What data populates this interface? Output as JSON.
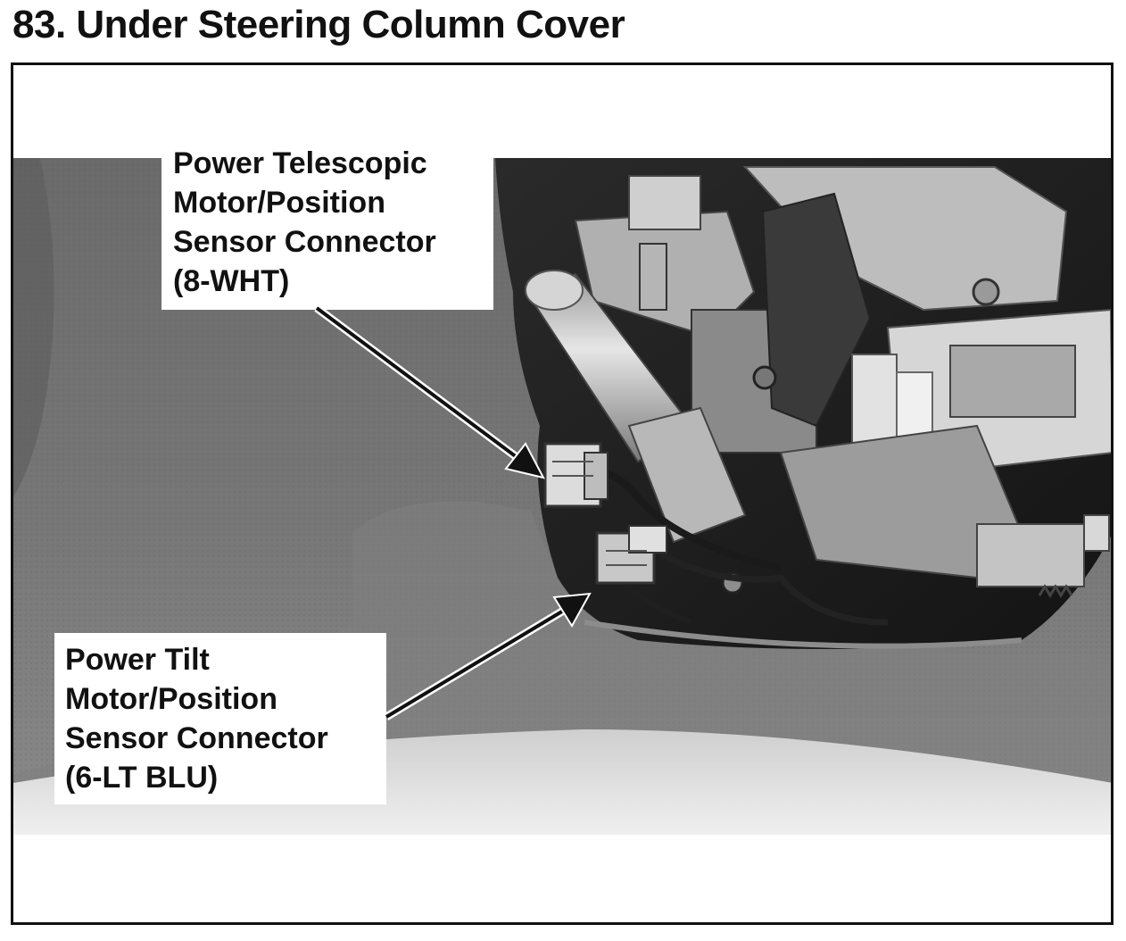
{
  "title": "83. Under Steering Column Cover",
  "callouts": {
    "telescopic": {
      "lines": [
        "Power Telescopic",
        "Motor/Position",
        "Sensor Connector",
        "(8-WHT)"
      ]
    },
    "tilt": {
      "lines": [
        "Power Tilt",
        "Motor/Position",
        "Sensor Connector",
        "(6-LT BLU)"
      ]
    }
  },
  "colors": {
    "frame": "#111111",
    "dashboard": "#6e6e6e",
    "background": "#ffffff"
  }
}
